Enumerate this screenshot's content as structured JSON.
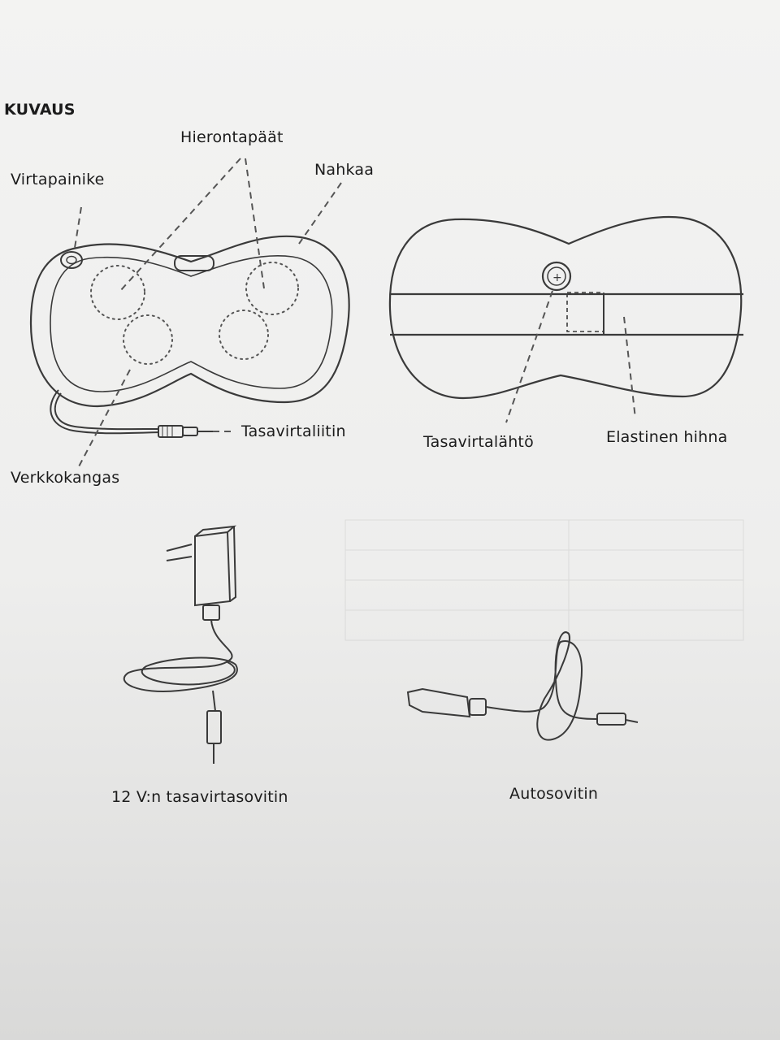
{
  "section": {
    "heading": "KUVAUS"
  },
  "front_view": {
    "labels": {
      "power_button": "Virtapainike",
      "massage_heads": "Hierontapäät",
      "leather": "Nahkaa",
      "dc_connector": "Tasavirtaliitin",
      "mesh_fabric": "Verkkokangas"
    }
  },
  "back_view": {
    "labels": {
      "dc_output": "Tasavirtalähtö",
      "elastic_strap": "Elastinen hihna"
    }
  },
  "accessories": {
    "dc_adapter": "12 V:n tasavirtasovitin",
    "car_adapter": "Autosovitin"
  },
  "colors": {
    "line": "#3a3a3a",
    "dashes": "#555555",
    "paper": "#f1f1f0"
  }
}
